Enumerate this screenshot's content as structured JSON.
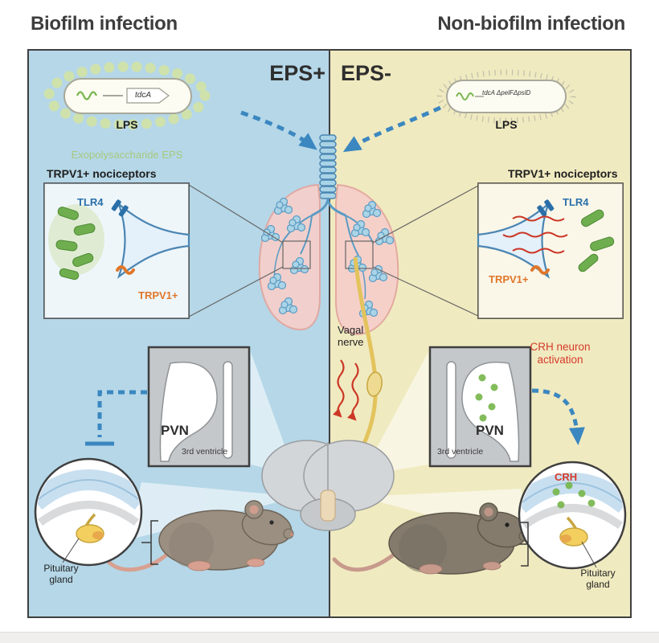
{
  "titles": {
    "left": "Biofilm infection",
    "right": "Non-biofilm infection"
  },
  "tags": {
    "eps_plus": "EPS+",
    "eps_minus": "EPS-"
  },
  "left_panel": {
    "bacterium": {
      "gene": "tdcA",
      "lps": "LPS",
      "eps_caption": "Exopolysaccharide EPS"
    },
    "inset_title": "TRPV1+ nociceptors",
    "inset": {
      "tlr4": "TLR4",
      "trpv1": "TRPV1+"
    },
    "pvn": {
      "name": "PVN",
      "ventricle": "3rd ventricle"
    },
    "pituitary_label": "Pituitary gland"
  },
  "right_panel": {
    "bacterium": {
      "gene": "tdcA ΔpelFΔpslD",
      "lps": "LPS"
    },
    "inset_title": "TRPV1+ nociceptors",
    "inset": {
      "tlr4": "TLR4",
      "trpv1": "TRPV1+"
    },
    "crh_activation": "CRH neuron activation",
    "pvn": {
      "name": "PVN",
      "ventricle": "3rd ventricle"
    },
    "crh": "CRH",
    "pituitary_label": "Pituitary gland"
  },
  "center": {
    "vagal_nerve": "Vagal nerve"
  },
  "colors": {
    "left_bg": "#b5d7e8",
    "right_bg": "#f0eac0",
    "arrow_blue": "#3b87c0",
    "tlr4_blue": "#2a6fa8",
    "trpv1_orange": "#e0762a",
    "crh_red": "#d63a2a",
    "eps_green": "#a6c97e",
    "bacteria_green": "#6fae4e",
    "vagal_yellow": "#e3c35c",
    "pituitary_yellow": "#f2cf5e",
    "lung_pink": "#f6cfca"
  }
}
